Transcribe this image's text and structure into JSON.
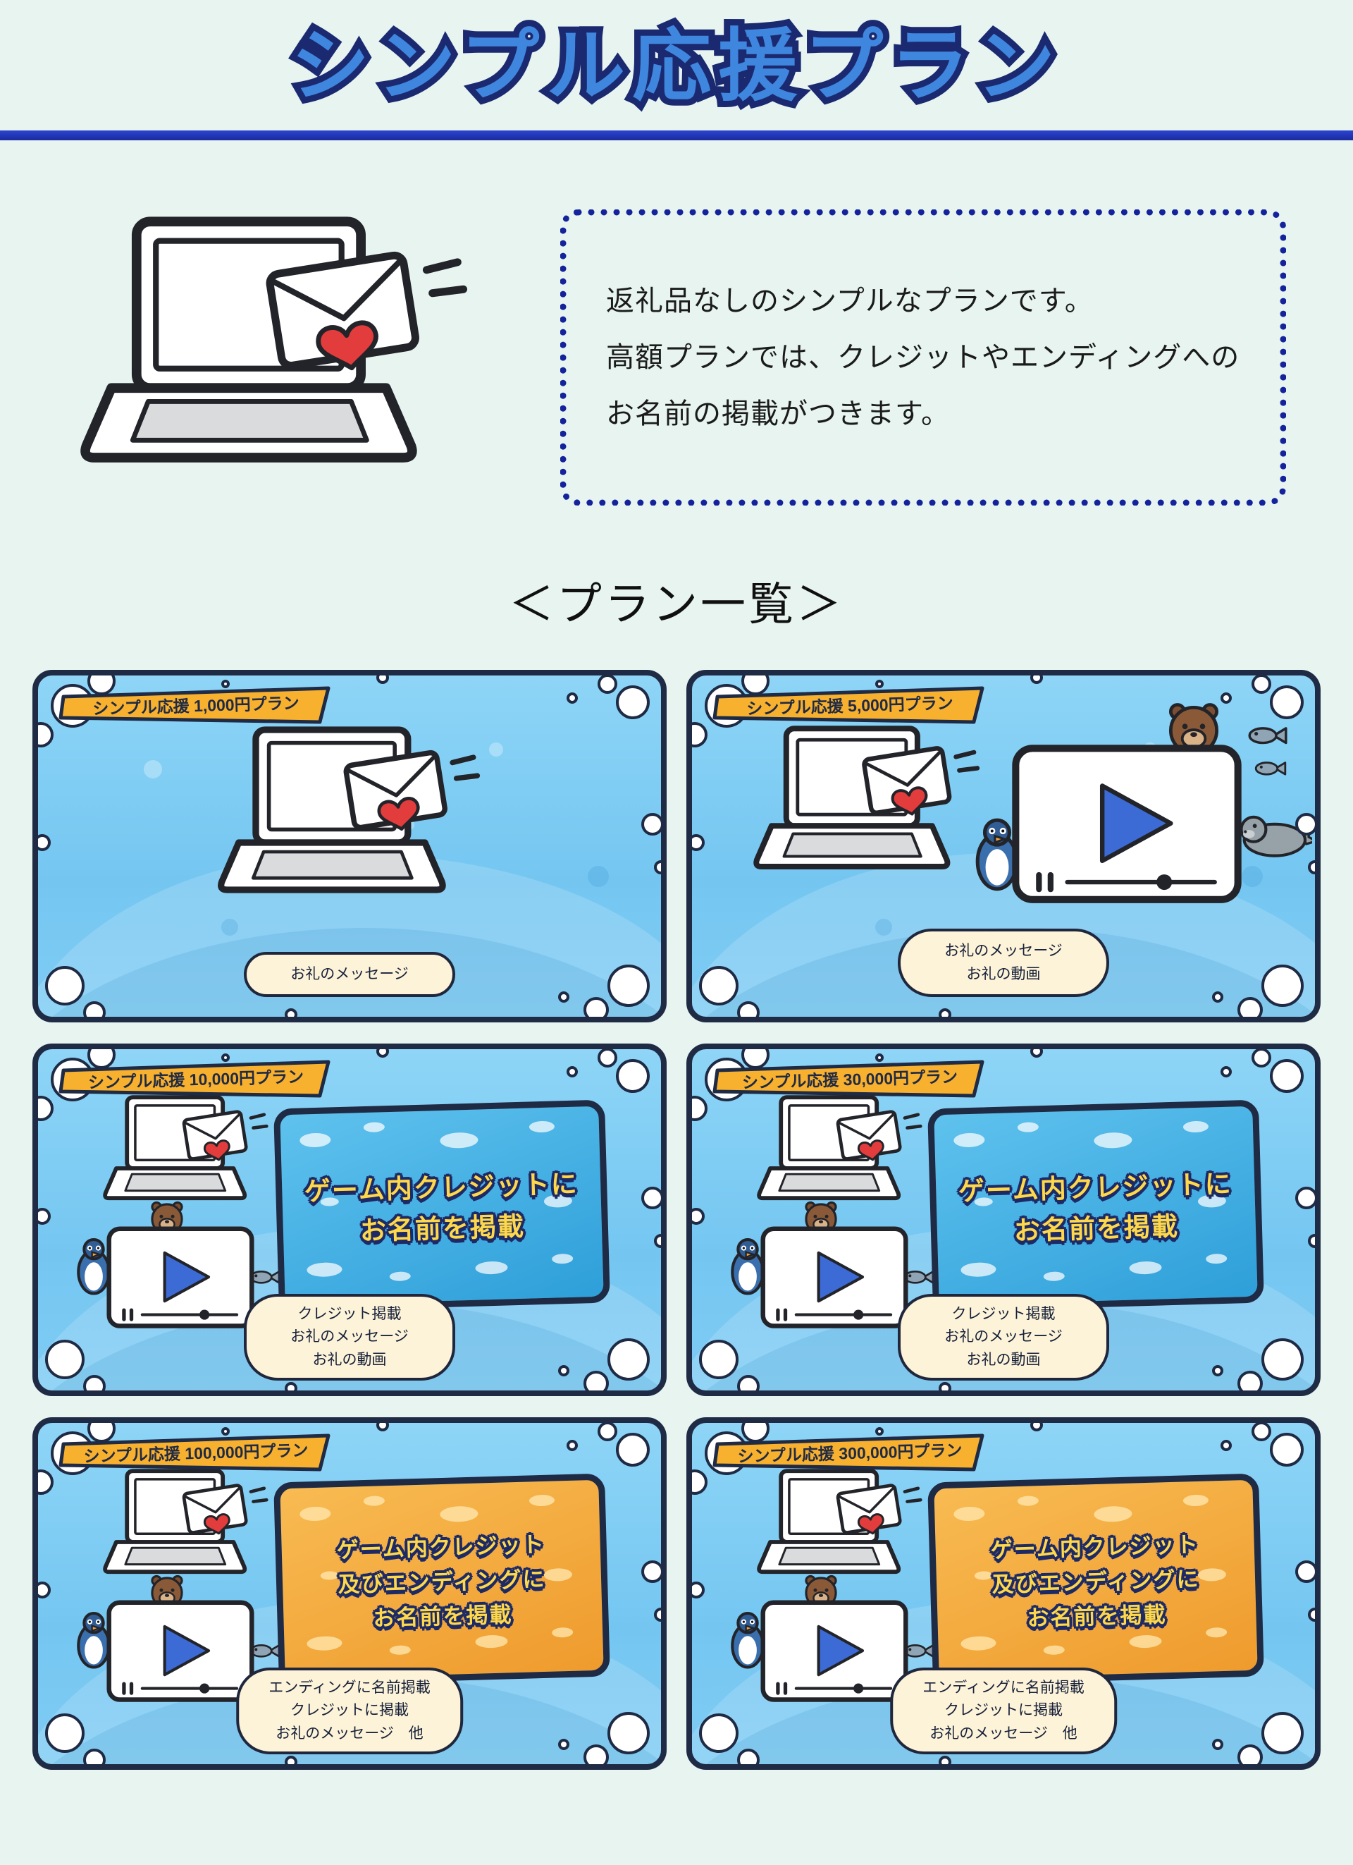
{
  "page": {
    "title": "シンプル応援プラン",
    "intro_lines": [
      "返礼品なしのシンプルなプランです。",
      "高額プランでは、クレジットやエンディングへの",
      "お名前の掲載がつきます。"
    ],
    "section_heading": "＜プラン一覧＞"
  },
  "icons": {
    "laptop_letter": "laptop-letter-illustration",
    "video_player": "video-player-icon",
    "play": "play-icon",
    "otter": "otter-icon",
    "penguin": "penguin-icon",
    "seal": "seal-icon",
    "fish": "fish-icon",
    "foam_bubbles": "foam-bubble"
  },
  "colors": {
    "page_background": "#e7f4f0",
    "title_fill": "#3f86de",
    "title_outline": "#1b2a70",
    "divider": "#2133c0",
    "dotted_border": "#14239b",
    "card_border": "#1f2a44",
    "card_water": "#74c6f1",
    "ribbon": "#f8b02f",
    "pill_background": "#fcf3d8",
    "credit_screen_blue": "#3fb0e4",
    "credit_screen_orange": "#f3a93f",
    "credit_text": "#ffd84a",
    "heart": "#e23c3c"
  },
  "plans": [
    {
      "label": "シンプル応援 1,000円プラン",
      "illustration": "laptop",
      "screen_lines": [],
      "benefits": [
        "お礼のメッセージ"
      ]
    },
    {
      "label": "シンプル応援 5,000円プラン",
      "illustration": "video",
      "screen_lines": [],
      "benefits": [
        "お礼のメッセージ",
        "お礼の動画"
      ]
    },
    {
      "label": "シンプル応援 10,000円プラン",
      "illustration": "credit-blue",
      "screen_lines": [
        "ゲーム内クレジットに",
        "お名前を掲載"
      ],
      "benefits": [
        "クレジット掲載",
        "お礼のメッセージ",
        "お礼の動画"
      ]
    },
    {
      "label": "シンプル応援 30,000円プラン",
      "illustration": "credit-blue",
      "screen_lines": [
        "ゲーム内クレジットに",
        "お名前を掲載"
      ],
      "benefits": [
        "クレジット掲載",
        "お礼のメッセージ",
        "お礼の動画"
      ]
    },
    {
      "label": "シンプル応援 100,000円プラン",
      "illustration": "credit-orange",
      "screen_lines": [
        "ゲーム内クレジット",
        "及びエンディングに",
        "お名前を掲載"
      ],
      "benefits": [
        "エンディングに名前掲載",
        "クレジットに掲載",
        "お礼のメッセージ　他"
      ]
    },
    {
      "label": "シンプル応援 300,000円プラン",
      "illustration": "credit-orange",
      "screen_lines": [
        "ゲーム内クレジット",
        "及びエンディングに",
        "お名前を掲載"
      ],
      "benefits": [
        "エンディングに名前掲載",
        "クレジットに掲載",
        "お礼のメッセージ　他"
      ]
    }
  ]
}
